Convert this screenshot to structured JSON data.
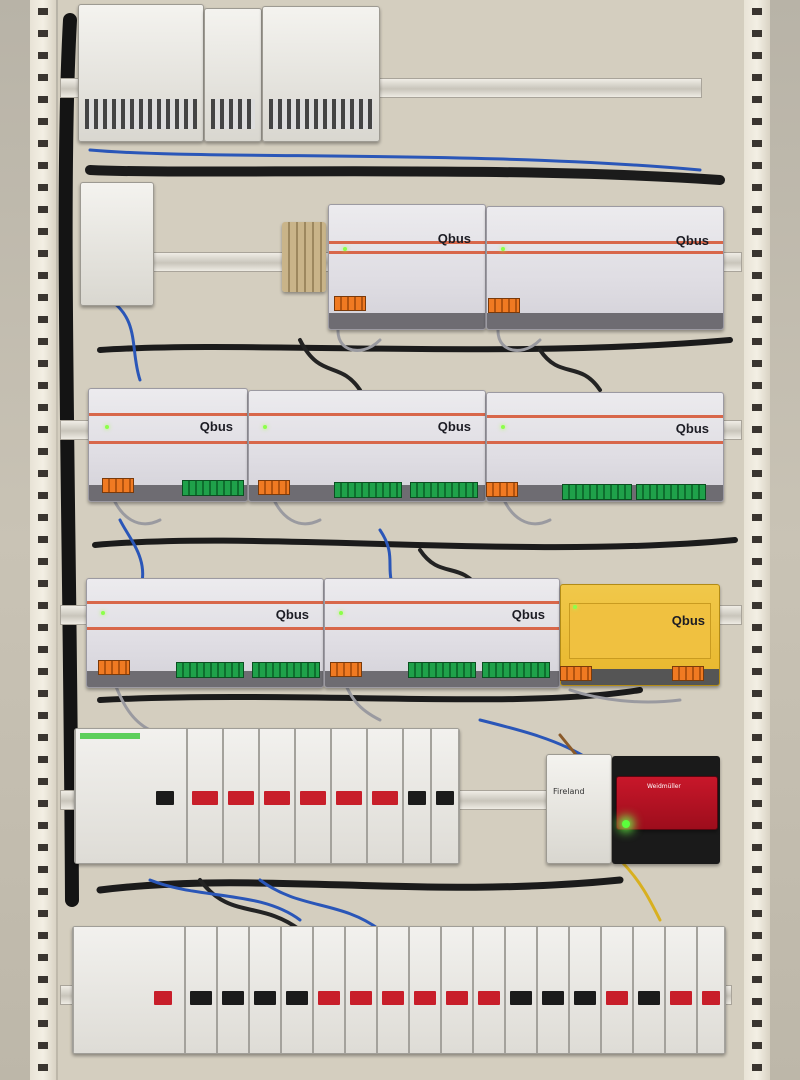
{
  "scene": {
    "description_hidden": false
  },
  "labels": {
    "qbus_logo": "Qbus",
    "psu_brand": "Weidmüller",
    "fireland": "Fireland"
  },
  "colors": {
    "module_body": "#e4e3e8",
    "module_band": "#d8674a",
    "terminal_green": "#1fa14a",
    "terminal_orange": "#f07a22",
    "controller_yellow": "#e7b62c",
    "psu_red": "#c8172a",
    "wire_blue": "#2a56b8",
    "wire_black": "#141414",
    "wire_grey": "#8f8f94",
    "led_green": "#6bff4a"
  }
}
